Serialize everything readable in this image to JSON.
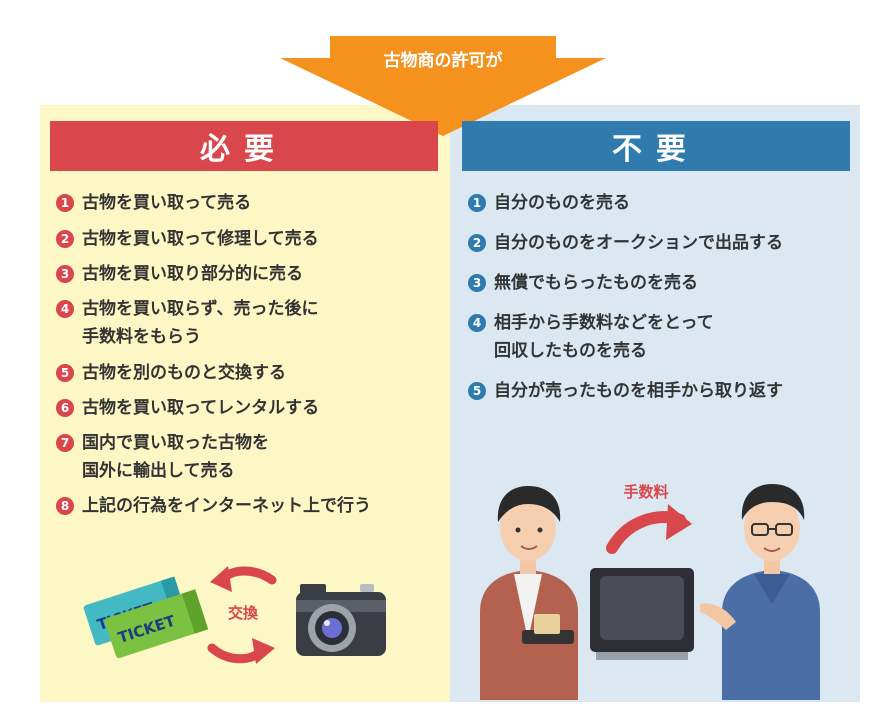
{
  "banner": {
    "label": "古物商の許可が"
  },
  "required": {
    "title": "必要",
    "items": [
      {
        "num": "1",
        "lines": [
          "古物を買い取って売る"
        ]
      },
      {
        "num": "2",
        "lines": [
          "古物を買い取って修理して売る"
        ]
      },
      {
        "num": "3",
        "lines": [
          "古物を買い取り部分的に売る"
        ]
      },
      {
        "num": "4",
        "lines": [
          "古物を買い取らず、売った後に",
          "手数料をもらう"
        ]
      },
      {
        "num": "5",
        "lines": [
          "古物を別のものと交換する"
        ]
      },
      {
        "num": "6",
        "lines": [
          "古物を買い取ってレンタルする"
        ]
      },
      {
        "num": "7",
        "lines": [
          "国内で買い取った古物を",
          "国外に輸出して売る"
        ]
      },
      {
        "num": "8",
        "lines": [
          "上記の行為をインターネット上で行う"
        ]
      }
    ],
    "illustration": {
      "exchange_label": "交換",
      "ticket_text": "TICKET"
    }
  },
  "not_required": {
    "title": "不要",
    "items": [
      {
        "num": "1",
        "lines": [
          "自分のものを売る"
        ]
      },
      {
        "num": "2",
        "lines": [
          "自分のものをオークションで出品する"
        ]
      },
      {
        "num": "3",
        "lines": [
          "無償でもらったものを売る"
        ]
      },
      {
        "num": "4",
        "lines": [
          "相手から手数料などをとって",
          "回収したものを売る"
        ]
      },
      {
        "num": "5",
        "lines": [
          "自分が売ったものを相手から取り返す"
        ]
      }
    ],
    "illustration": {
      "fee_label": "手数料"
    }
  },
  "colors": {
    "red": "#d9464b",
    "blue": "#2f7bae",
    "orange": "#f5921e",
    "yellow_bg": "#fdf6c5",
    "blue_bg": "#dbe8f2"
  }
}
